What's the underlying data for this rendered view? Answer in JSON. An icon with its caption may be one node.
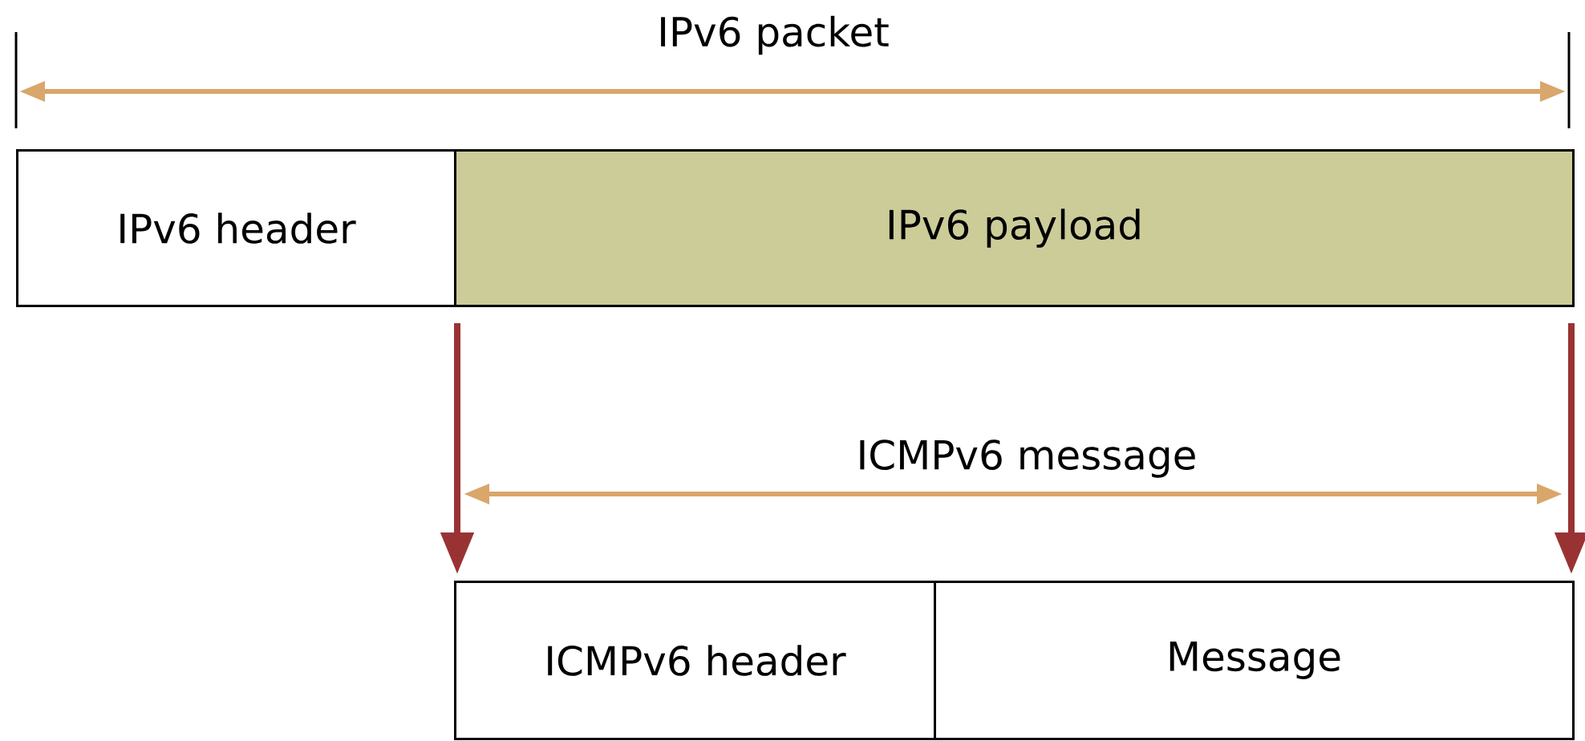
{
  "diagram": {
    "nodes": [
      {
        "text": [
          "IPv6 header"
        ]
      },
      {
        "text": [
          "IPv6 payload"
        ]
      },
      {
        "text": [
          "ICMPv6 header"
        ]
      },
      {
        "text": [
          "Message"
        ]
      }
    ],
    "edges": [
      {
        "from": 1,
        "to": 2,
        "arrow": "to"
      },
      {
        "from": 1,
        "to": 3,
        "arrow": "to"
      }
    ],
    "labels": [
      "IPv6 packet",
      "ICMPv6 message"
    ]
  }
}
